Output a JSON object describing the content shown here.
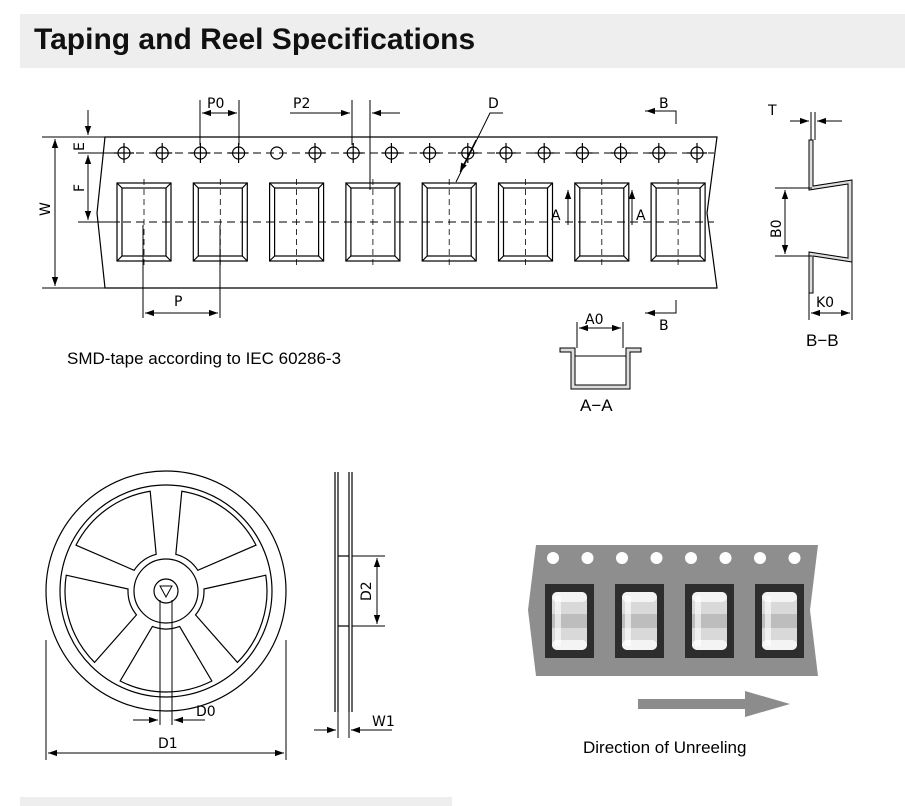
{
  "title": "Taping and Reel Specifications",
  "tape_caption": "SMD-tape according to IEC 60286-3",
  "unreel_caption": "Direction of Unreeling",
  "labels": {
    "P0": "P0",
    "P2": "P2",
    "D": "D",
    "B": "B",
    "T": "T",
    "E": "E",
    "F": "F",
    "W": "W",
    "A": "A",
    "P": "P",
    "A0": "A0",
    "B0": "B0",
    "K0": "K0",
    "AA": "A−A",
    "BB": "B−B",
    "D0": "D0",
    "D1": "D1",
    "D2": "D2",
    "W1": "W1"
  }
}
